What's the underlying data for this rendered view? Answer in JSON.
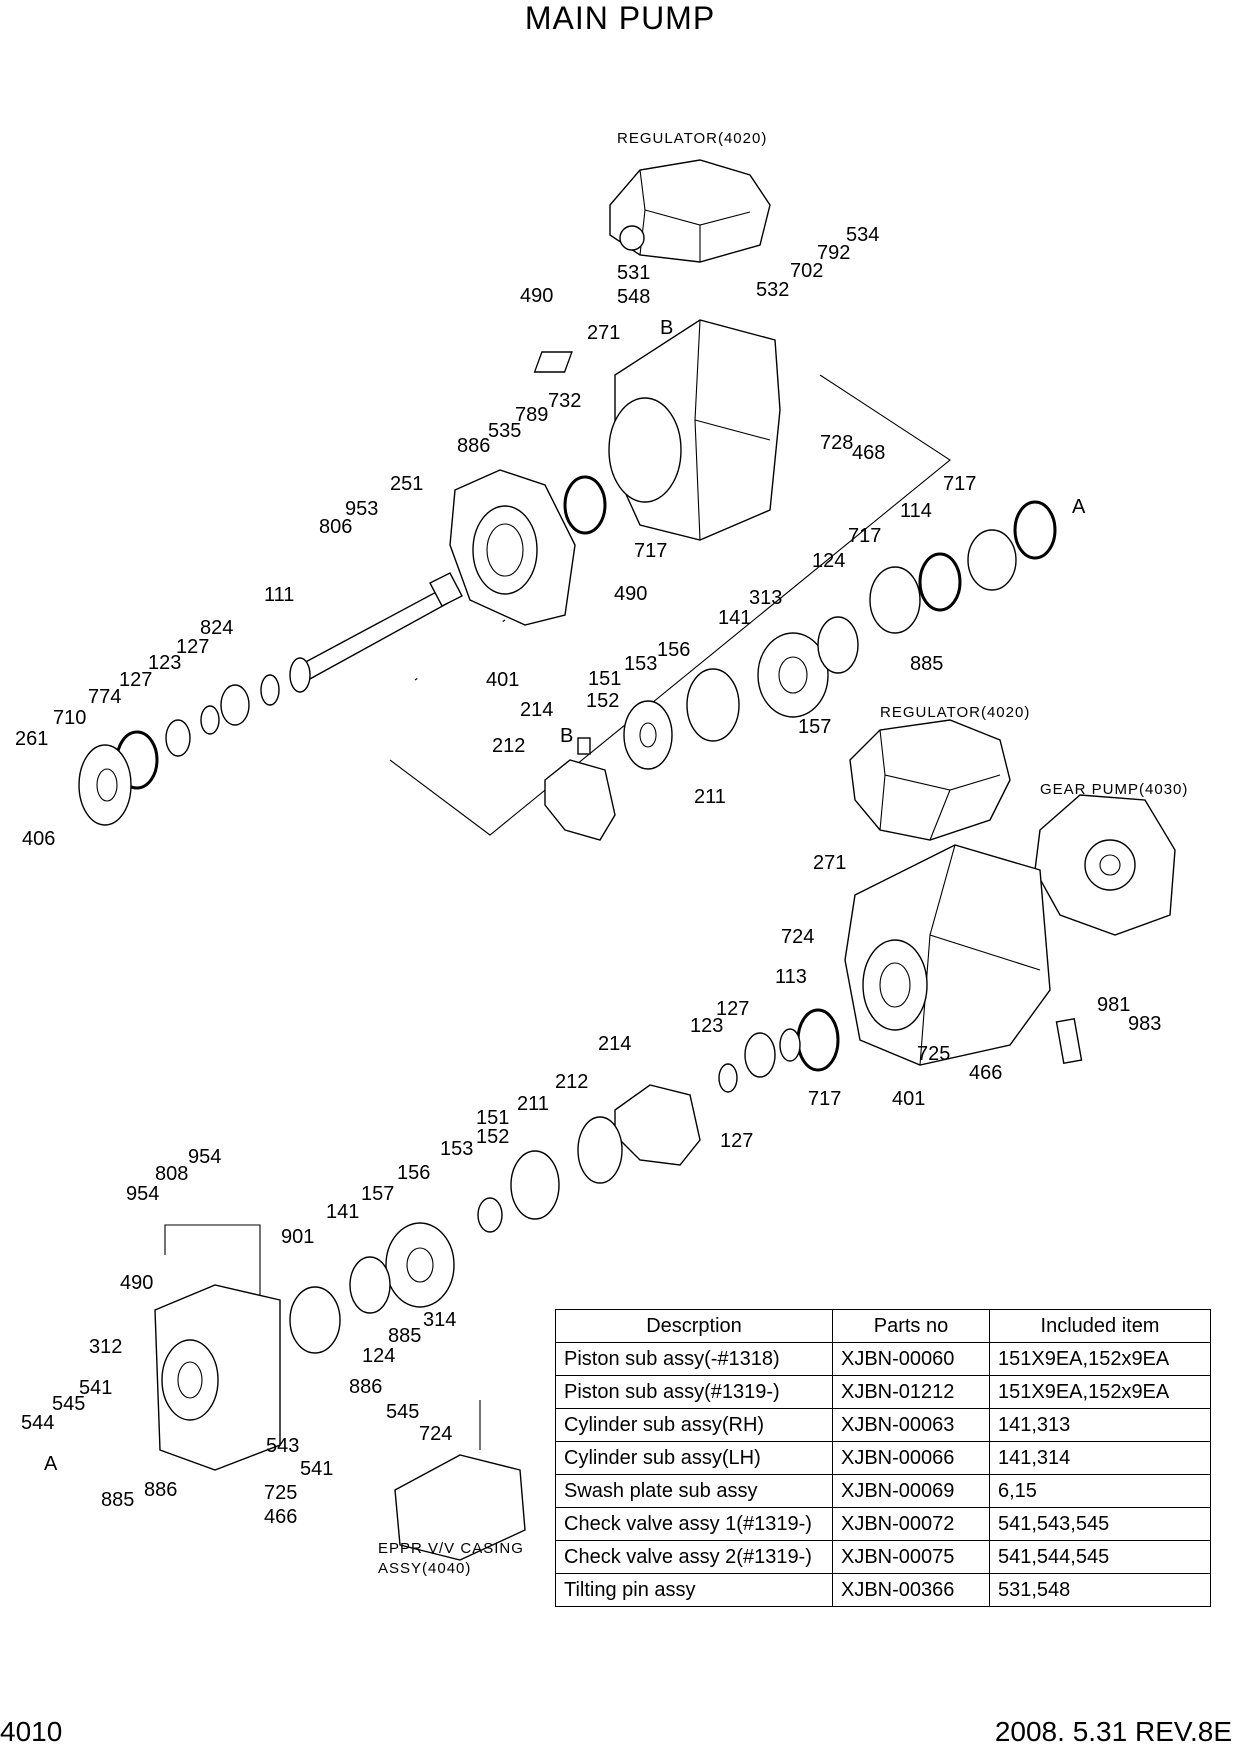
{
  "title": "MAIN PUMP",
  "footer": {
    "page_number": "4010",
    "revision": "2008. 5.31  REV.8E"
  },
  "notes": [
    "REGULATOR(4020)",
    "REGULATOR(4020)",
    "GEAR PUMP(4030)",
    "EPPR V/V CASING",
    "ASSY(4040)"
  ],
  "callouts": [
    "534",
    "792",
    "702",
    "531",
    "548",
    "532",
    "490",
    "271",
    "B",
    "732",
    "789",
    "535",
    "886",
    "728",
    "468",
    "717",
    "251",
    "953",
    "806",
    "717",
    "114",
    "A",
    "124",
    "717",
    "111",
    "490",
    "313",
    "141",
    "824",
    "127",
    "123",
    "127",
    "774",
    "710",
    "261",
    "406",
    "401",
    "156",
    "153",
    "151",
    "152",
    "885",
    "214",
    "157",
    "B",
    "212",
    "211",
    "271",
    "724",
    "113",
    "981",
    "983",
    "127",
    "123",
    "214",
    "725",
    "466",
    "717",
    "401",
    "127",
    "212",
    "211",
    "151",
    "152",
    "153",
    "954",
    "808",
    "954",
    "156",
    "157",
    "141",
    "901",
    "490",
    "124",
    "885",
    "314",
    "312",
    "886",
    "541",
    "545",
    "545",
    "544",
    "724",
    "543",
    "A",
    "541",
    "885",
    "886",
    "725",
    "466"
  ],
  "parts_table": {
    "headers": [
      "Descrption",
      "Parts no",
      "Included item"
    ],
    "rows": [
      [
        "Piston sub assy(-#1318)",
        "XJBN-00060",
        "151X9EA,152x9EA"
      ],
      [
        "Piston sub assy(#1319-)",
        "XJBN-01212",
        "151X9EA,152x9EA"
      ],
      [
        "Cylinder sub assy(RH)",
        "XJBN-00063",
        "141,313"
      ],
      [
        "Cylinder sub assy(LH)",
        "XJBN-00066",
        "141,314"
      ],
      [
        "Swash plate sub assy",
        "XJBN-00069",
        "6,15"
      ],
      [
        "Check valve assy 1(#1319-)",
        "XJBN-00072",
        "541,543,545"
      ],
      [
        "Check valve assy 2(#1319-)",
        "XJBN-00075",
        "541,544,545"
      ],
      [
        "Tilting pin assy",
        "XJBN-00366",
        "531,548"
      ]
    ]
  }
}
